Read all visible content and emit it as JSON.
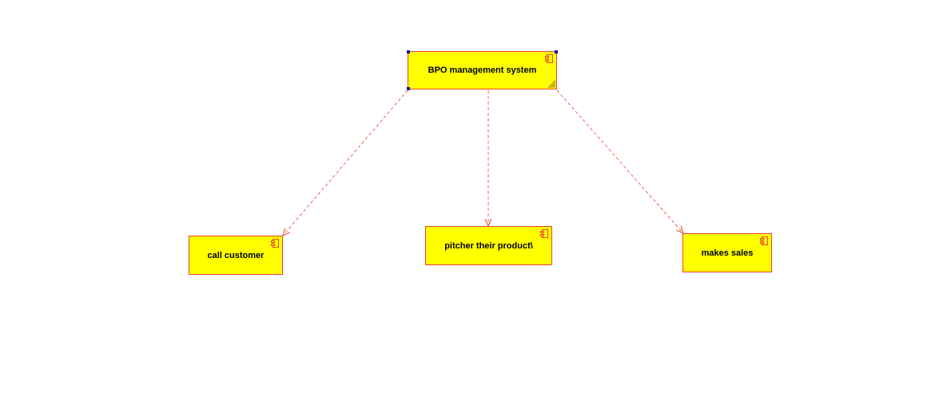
{
  "diagram": {
    "root": {
      "label": "BPO management system",
      "icon": "component-icon",
      "selected": true
    },
    "children": [
      {
        "id": "call",
        "label": "call customer",
        "icon": "component-icon"
      },
      {
        "id": "pitch",
        "label": "pitcher their product\\",
        "icon": "component-icon"
      },
      {
        "id": "sales",
        "label": "makes sales",
        "icon": "component-icon"
      }
    ],
    "dependency_style": "dashed",
    "colors": {
      "fill": "#ffff00",
      "border": "#e8432f",
      "connector": "#e8432f",
      "selection_handle": "#1a1aa0"
    }
  }
}
